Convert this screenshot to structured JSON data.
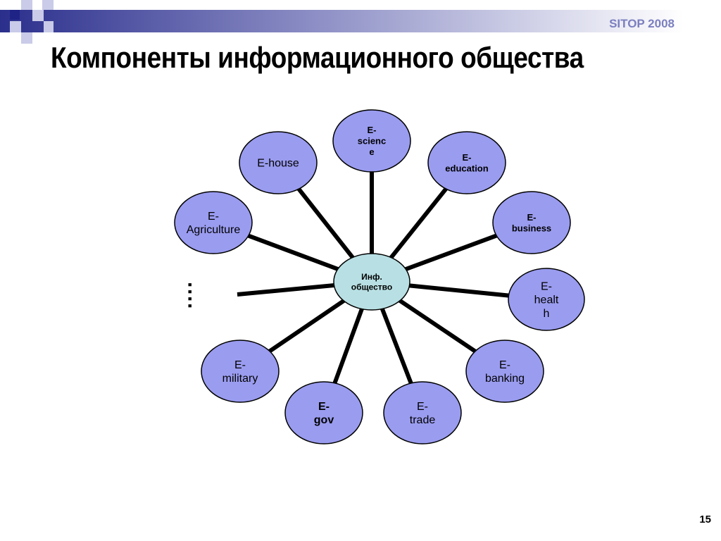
{
  "header": {
    "conference": "SITOP 2008",
    "title": "Компоненты информационного общества"
  },
  "diagram": {
    "center": {
      "lines": [
        "Инф.",
        "общество"
      ]
    },
    "nodes": [
      {
        "id": "e-science",
        "lines": [
          "E-",
          "scienc",
          "e"
        ],
        "bold": true
      },
      {
        "id": "e-education",
        "lines": [
          "E-",
          "education"
        ],
        "bold": true
      },
      {
        "id": "e-business",
        "lines": [
          "E-",
          "business"
        ],
        "bold": true
      },
      {
        "id": "e-health",
        "lines": [
          "E-",
          "healt",
          "h"
        ],
        "bold": false
      },
      {
        "id": "e-banking",
        "lines": [
          "E-",
          "banking"
        ],
        "bold": false
      },
      {
        "id": "e-trade",
        "lines": [
          "E-",
          "trade"
        ],
        "bold": false
      },
      {
        "id": "e-gov",
        "lines": [
          "E-",
          "gov"
        ],
        "bold": true
      },
      {
        "id": "e-military",
        "lines": [
          "E-",
          "military"
        ],
        "bold": false
      },
      {
        "id": "e-agriculture",
        "lines": [
          "E-",
          "Agriculture"
        ],
        "bold": false
      },
      {
        "id": "e-house",
        "lines": [
          "E-house"
        ],
        "bold": false
      }
    ],
    "ellipsis": "····",
    "colors": {
      "node_fill": "#9a9cf0",
      "center_fill": "#b8e0e4",
      "stroke": "#000000"
    }
  },
  "footer": {
    "page_number": "15"
  }
}
